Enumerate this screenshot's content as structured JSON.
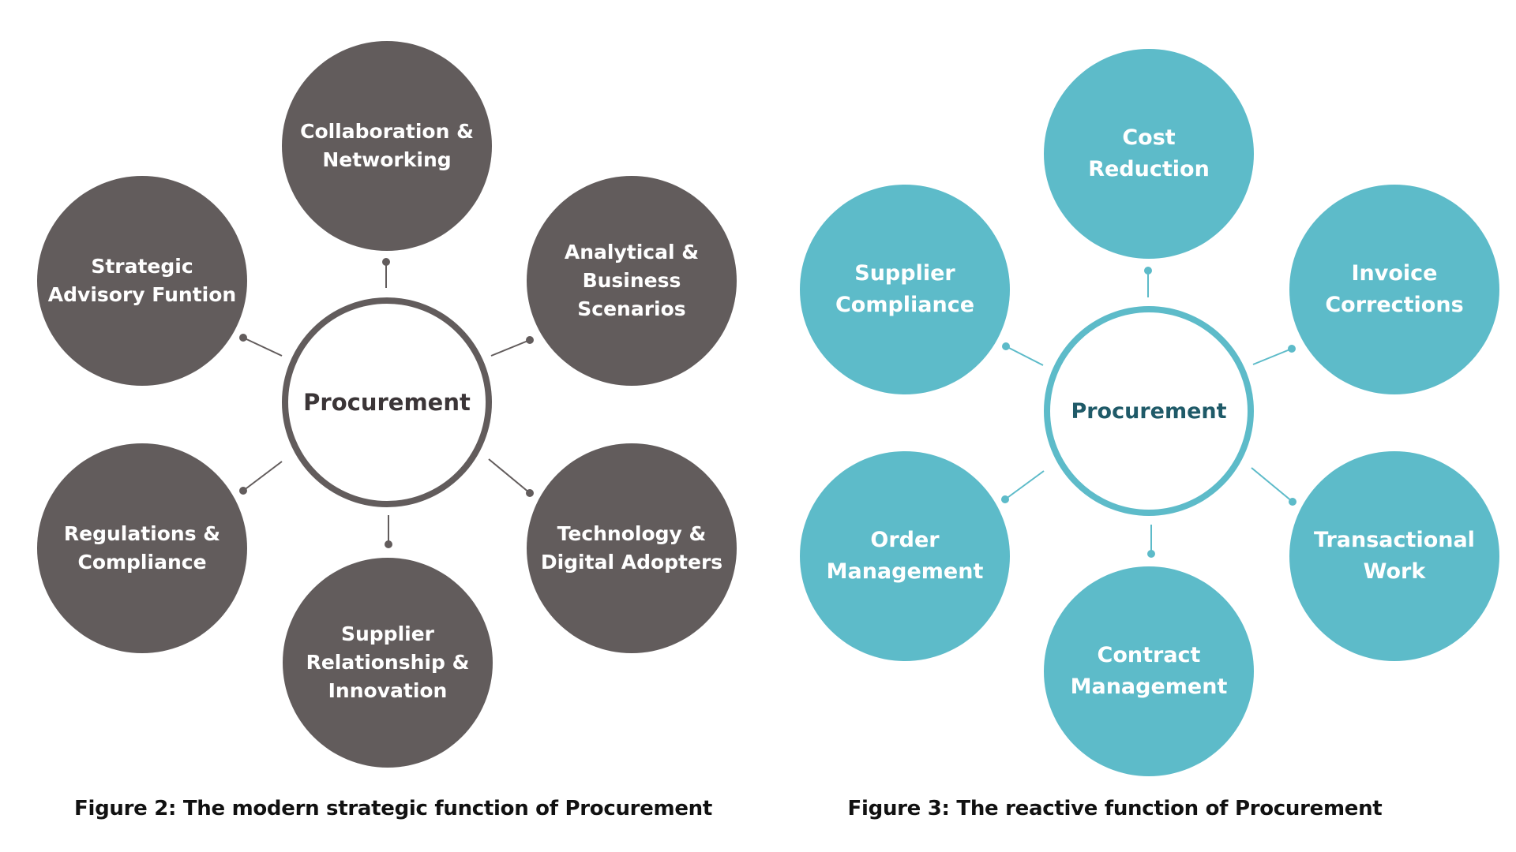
{
  "figure_strategic": {
    "hub_label": "Procurement",
    "nodes": [
      {
        "label": [
          "Collaboration &",
          "Networking"
        ]
      },
      {
        "label": [
          "Analytical &",
          "Business",
          "Scenarios"
        ]
      },
      {
        "label": [
          "Technology &",
          "Digital Adopters"
        ]
      },
      {
        "label": [
          "Supplier",
          "Relationship &",
          "Innovation"
        ]
      },
      {
        "label": [
          "Regulations &",
          "Compliance"
        ]
      },
      {
        "label": [
          "Strategic",
          "Advisory Funtion"
        ]
      }
    ],
    "caption": "Figure 2: The modern strategic function of Procurement",
    "color": "#625c5c",
    "hub_text_color": "#3b3537"
  },
  "figure_reactive": {
    "hub_label": "Procurement",
    "nodes": [
      {
        "label": [
          "Cost",
          "Reduction"
        ]
      },
      {
        "label": [
          "Invoice",
          "Corrections"
        ]
      },
      {
        "label": [
          "Transactional",
          "Work"
        ]
      },
      {
        "label": [
          "Contract",
          "Management"
        ]
      },
      {
        "label": [
          "Order",
          "Management"
        ]
      },
      {
        "label": [
          "Supplier",
          "Compliance"
        ]
      }
    ],
    "caption": "Figure 3: The reactive function of Procurement",
    "color": "#5dbbc9",
    "hub_text_color": "#1f5a68"
  }
}
